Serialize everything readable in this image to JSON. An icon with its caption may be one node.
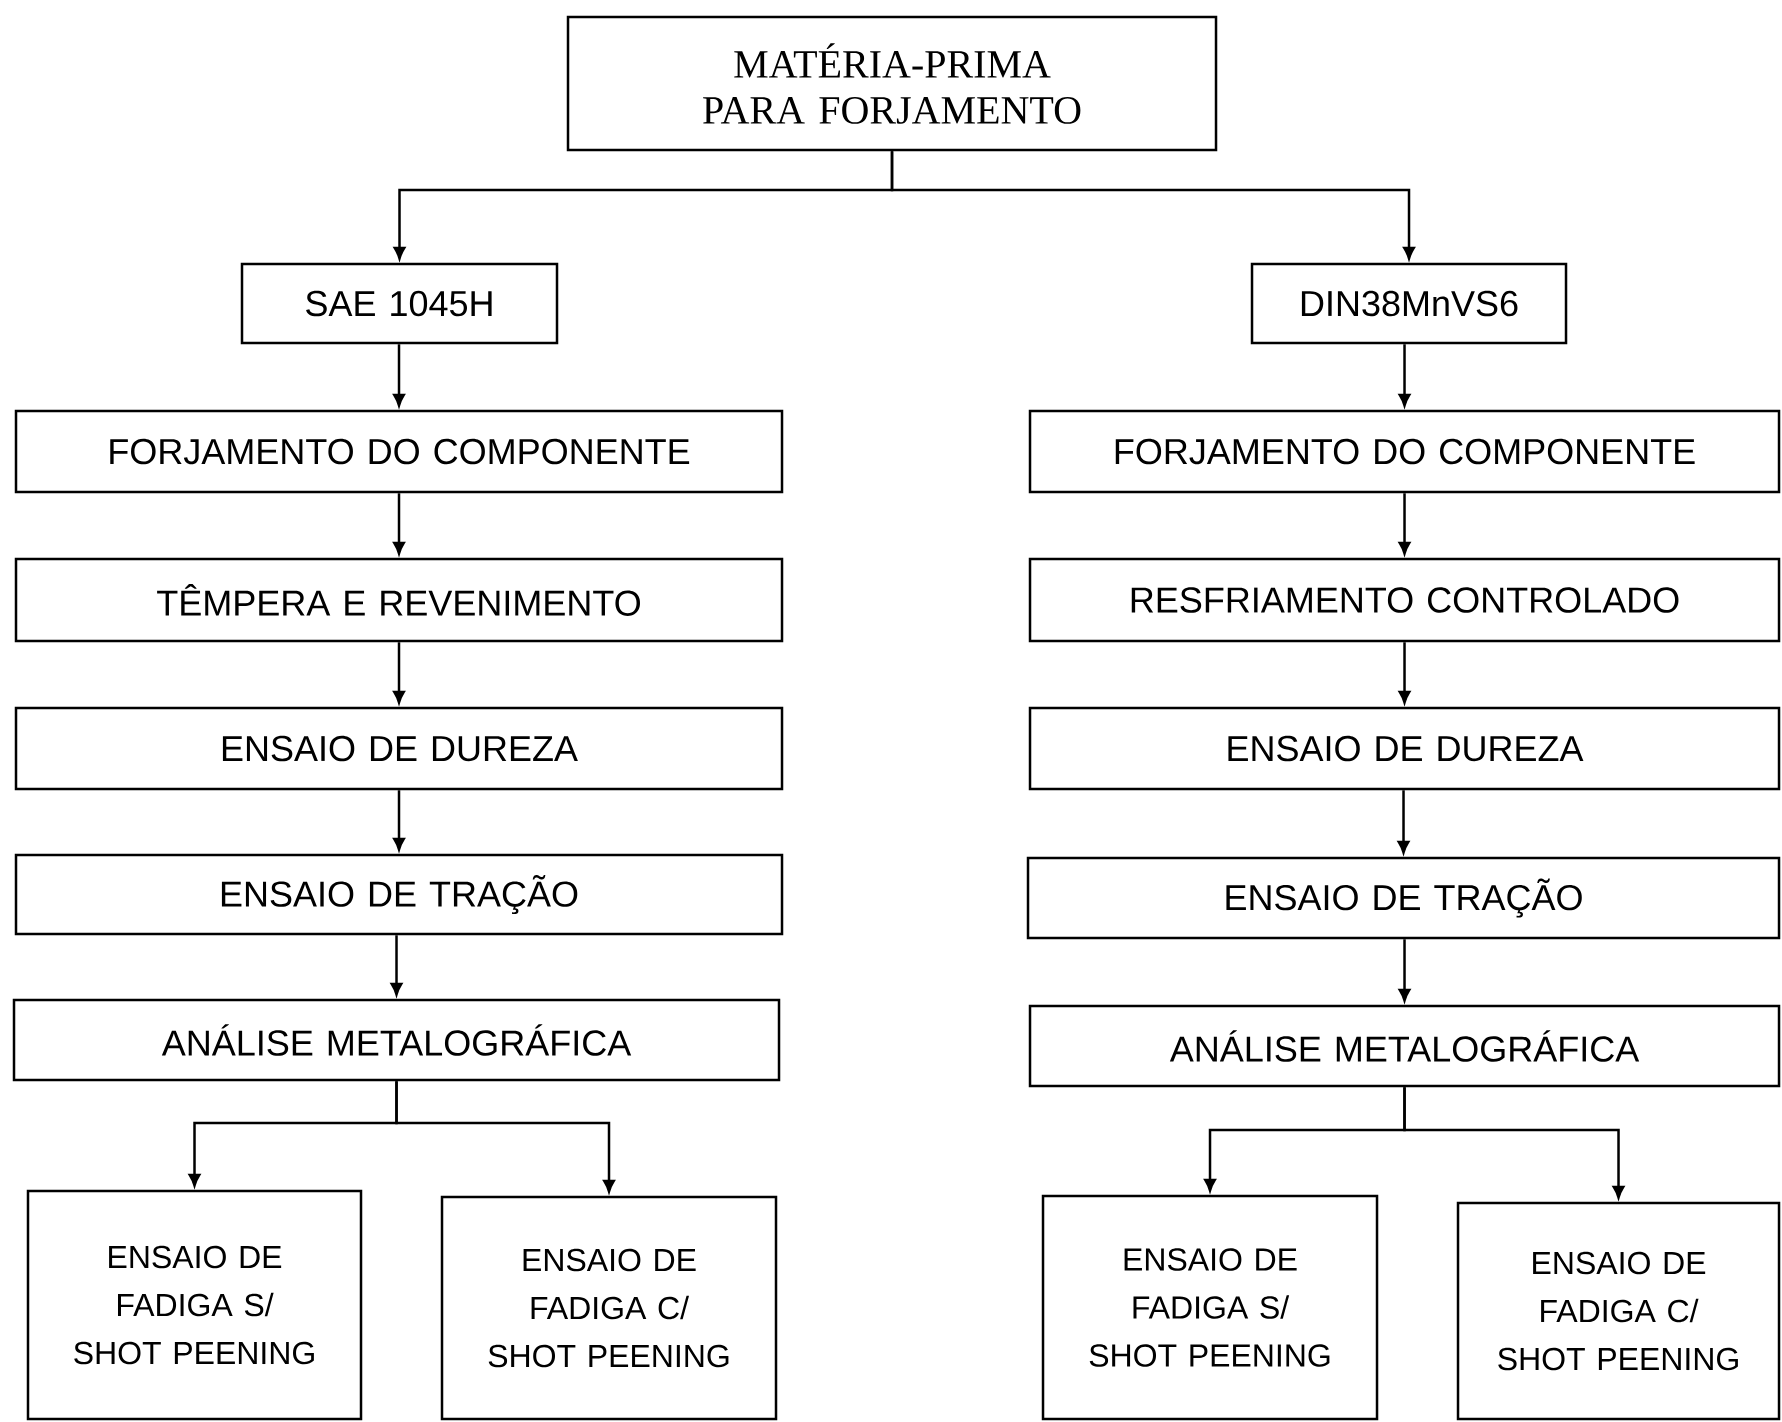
{
  "diagram": {
    "nodes": [
      {
        "text": [
          "MATÉRIA-PRIMA PARA FORJAMENTO"
        ]
      },
      {
        "text": [
          "SAE 1045H"
        ]
      },
      {
        "text": [
          "DIN38MnVS6"
        ]
      },
      {
        "text": [
          "FORJAMENTO DO COMPONENTE"
        ]
      },
      {
        "text": [
          "TÊMPERA E REVENIMENTO"
        ]
      },
      {
        "text": [
          "ENSAIO DE DUREZA"
        ]
      },
      {
        "text": [
          "ENSAIO DE TRAÇÃO"
        ]
      },
      {
        "text": [
          "ANÁLISE METALOGRÁFICA"
        ]
      },
      {
        "text": [
          "ENSAIO DE FADIGA S/ SHOT PEENING"
        ]
      },
      {
        "text": [
          "ENSAIO DE FADIGA C/ SHOT PEENING"
        ]
      },
      {
        "text": [
          "FORJAMENTO DO COMPONENTE"
        ]
      },
      {
        "text": [
          "RESFRIAMENTO CONTROLADO"
        ]
      },
      {
        "text": [
          "ENSAIO DE DUREZA"
        ]
      },
      {
        "text": [
          "ENSAIO DE TRAÇÃO"
        ]
      },
      {
        "text": [
          "ANÁLISE METALOGRÁFICA"
        ]
      },
      {
        "text": [
          "ENSAIO DE FADIGA S/ SHOT PEENING"
        ]
      },
      {
        "text": [
          "ENSAIO DE FADIGA C/ SHOT PEENING"
        ]
      }
    ],
    "edges": [
      {
        "from": 0,
        "to": 1,
        "arrow": "to"
      },
      {
        "from": 0,
        "to": 2,
        "arrow": "to"
      },
      {
        "from": 1,
        "to": 3,
        "arrow": "to"
      },
      {
        "from": 3,
        "to": 4,
        "arrow": "to"
      },
      {
        "from": 4,
        "to": 5,
        "arrow": "to"
      },
      {
        "from": 5,
        "to": 6,
        "arrow": "to"
      },
      {
        "from": 6,
        "to": 7,
        "arrow": "to"
      },
      {
        "from": 7,
        "to": 8,
        "arrow": "to"
      },
      {
        "from": 7,
        "to": 9,
        "arrow": "to"
      },
      {
        "from": 2,
        "to": 10,
        "arrow": "to"
      },
      {
        "from": 10,
        "to": 11,
        "arrow": "to"
      },
      {
        "from": 11,
        "to": 12,
        "arrow": "to"
      },
      {
        "from": 12,
        "to": 13,
        "arrow": "to"
      },
      {
        "from": 13,
        "to": 14,
        "arrow": "to"
      },
      {
        "from": 14,
        "to": 15,
        "arrow": "to"
      },
      {
        "from": 14,
        "to": 16,
        "arrow": "to"
      }
    ]
  }
}
